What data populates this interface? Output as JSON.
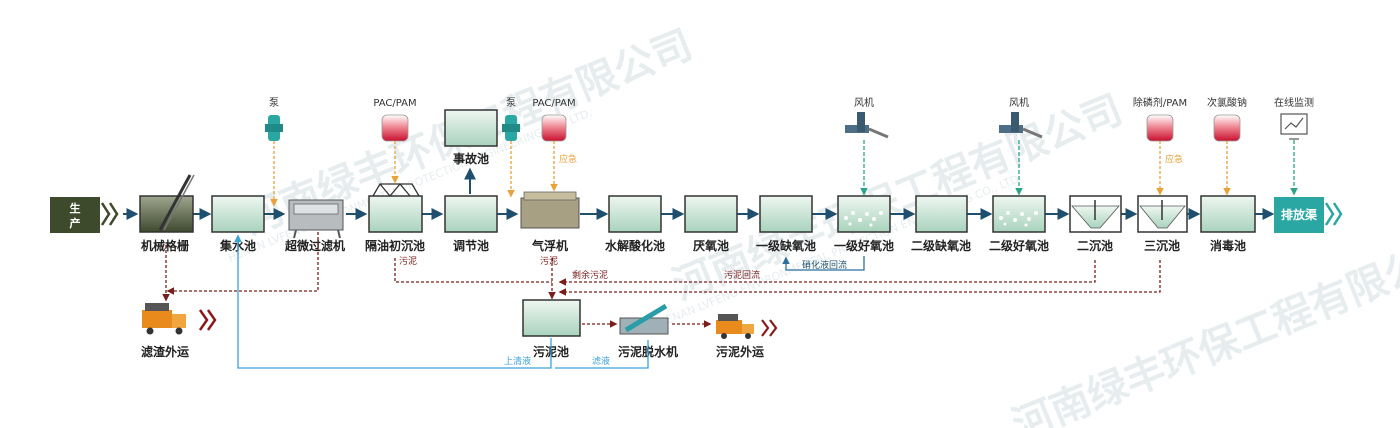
{
  "watermark": {
    "text": "河南绿丰环保工程有限公司",
    "sub": "HENAN LVFENG ENVIRONMENTAL PROTECTION ENGINEERING CO., LTD."
  },
  "start": "生产废水",
  "end": "排放渠",
  "units": {
    "grating": "机械格栅",
    "sump": "集水池",
    "microfilter": "超微过滤机",
    "oil_sep": "隔油初沉池",
    "regulating": "调节池",
    "accident": "事故池",
    "flotation": "气浮机",
    "hydrolysis": "水解酸化池",
    "anaerobic": "厌氧池",
    "anoxic1": "一级缺氧池",
    "aerobic1": "一级好氧池",
    "anoxic2": "二级缺氧池",
    "aerobic2": "二级好氧池",
    "sec_clar": "二沉池",
    "ter_clar": "三沉池",
    "disinfect": "消毒池",
    "sludge_tank": "污泥池",
    "dewater": "污泥脱水机",
    "sludge_out": "污泥外运",
    "slag_out": "滤渣外运"
  },
  "equipment": {
    "pump1": "泵",
    "pump2": "泵",
    "pac1": "PAC/PAM",
    "pac2": "PAC/PAM",
    "blower1": "风机",
    "blower2": "风机",
    "phos": "除磷剂/PAM",
    "hypo": "次氯酸钠",
    "monitor": "在线监测"
  },
  "flows": {
    "emergency1": "应急",
    "emergency2": "应急",
    "sludge1": "污泥",
    "sludge2": "污泥",
    "excess": "剩余污泥",
    "return_sludge": "污泥回流",
    "nitrate": "硝化液回流",
    "supernatant": "上清液",
    "filtrate": "滤液"
  },
  "colors": {
    "flow_arrow": "#1f4f6e",
    "start_box": "#3d4a2c",
    "end_box": "#2aa7a2",
    "water": "#c9e4d6",
    "dosing": "#e8a23a",
    "blower_line": "#2aa58a",
    "sludge_line": "#7a1e1e",
    "return_line": "#2f6fa0",
    "supernatant_line": "#3aa3d8",
    "pac_tank": "#d2283c"
  }
}
